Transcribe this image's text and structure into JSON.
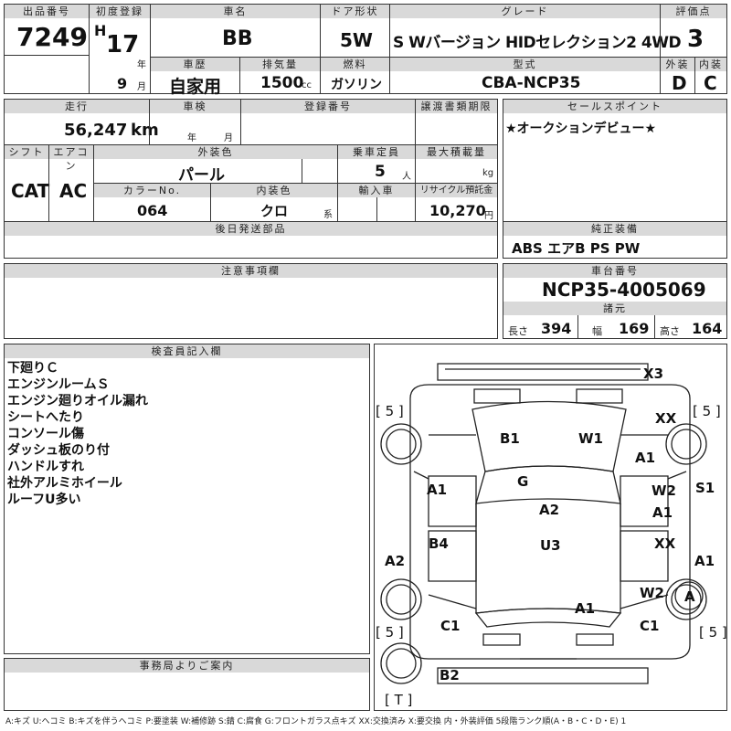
{
  "top": {
    "lot_label": "出品番号",
    "lot_no": "7249",
    "first_reg_label": "初度登録",
    "era": "H",
    "year": "17",
    "year_unit": "年",
    "month": "9",
    "month_unit": "月",
    "name_label": "車名",
    "name": "BB",
    "door_label": "ドア形状",
    "door": "5W",
    "grade_label": "グレード",
    "grade": "S Wバージョン HIDセレクション2 4WD",
    "score_label": "評価点",
    "score": "3",
    "history_label": "車歴",
    "history": "自家用",
    "disp_label": "排気量",
    "disp": "1500",
    "disp_unit": "cc",
    "fuel_label": "燃料",
    "fuel": "ガソリン",
    "model_label": "型式",
    "model": "CBA-NCP35",
    "ext_label": "外装",
    "ext": "D",
    "int_label": "内装",
    "int": "C"
  },
  "mid": {
    "mileage_label": "走行",
    "mileage": "56,247",
    "mileage_unit": "km",
    "inspect_label": "車検",
    "inspect_y": "年",
    "inspect_m": "月",
    "plate_label": "登録番号",
    "doc_label": "譲渡書類期限",
    "shift_label": "シフト",
    "shift": "CAT",
    "ac_label": "エアコン",
    "ac": "AC",
    "color_label": "外装色",
    "color": "パール",
    "seats_label": "乗車定員",
    "seats": "5",
    "seats_unit": "人",
    "load_label": "最大積載量",
    "load_unit": "kg",
    "color_no_label": "カラーNo.",
    "color_no": "064",
    "int_color_label": "内装色",
    "int_color": "クロ",
    "int_color_unit": "系",
    "import_label": "輸入車",
    "recycle_label": "リサイクル預託金",
    "recycle": "10,270",
    "recycle_unit": "円",
    "later_label": "後日発送部品",
    "sales_label": "セールスポイント",
    "sales": "★オークションデビュー★",
    "equip_label": "純正装備",
    "equip": "ABS エアB PS PW"
  },
  "caution_label": "注意事項欄",
  "chassis": {
    "label": "車台番号",
    "value": "NCP35-4005069",
    "spec_label": "諸元",
    "len_label": "長さ",
    "len": "394",
    "wid_label": "幅",
    "wid": "169",
    "hei_label": "高さ",
    "hei": "164"
  },
  "inspector": {
    "label": "検査員記入欄",
    "notes": [
      "下廻りＣ",
      "エンジンルームＳ",
      "エンジン廻りオイル漏れ",
      "シートへたり",
      "コンソール傷",
      "ダッシュ板のり付",
      "ハンドルすれ",
      "社外アルミホイール",
      "ルーフU多い"
    ]
  },
  "office_label": "事務局よりご案内",
  "diagram": {
    "marks": {
      "x3": "X3",
      "tl5": "[ 5 ]",
      "tr5": "[ 5 ]",
      "xx_fr": "XX",
      "b1": "B1",
      "w1": "W1",
      "a1_fr": "A1",
      "g": "G",
      "a1_l": "A1",
      "w2_r": "W2",
      "s1": "S1",
      "a1_r": "A1",
      "a2_c": "A2",
      "a2_l": "A2",
      "b4": "B4",
      "u3": "U3",
      "xx_r": "XX",
      "a1_rr": "A1",
      "w2_rr": "W2",
      "a_circle": "A",
      "a1_bc": "A1",
      "c1_l": "C1",
      "c1_r": "C1",
      "bl5": "[ 5 ]",
      "br5": "[ 5 ]",
      "b2": "B2",
      "t": "[ T ]"
    }
  },
  "footer": "A:キズ U:ヘコミ B:キズを伴うヘコミ P:要塗装 W:補修跡 S:錆 C:腐食 G:フロントガラス点キズ XX:交換済み X:要交換 内・外装評価 5段階ランク順(A・B・C・D・E) 1"
}
